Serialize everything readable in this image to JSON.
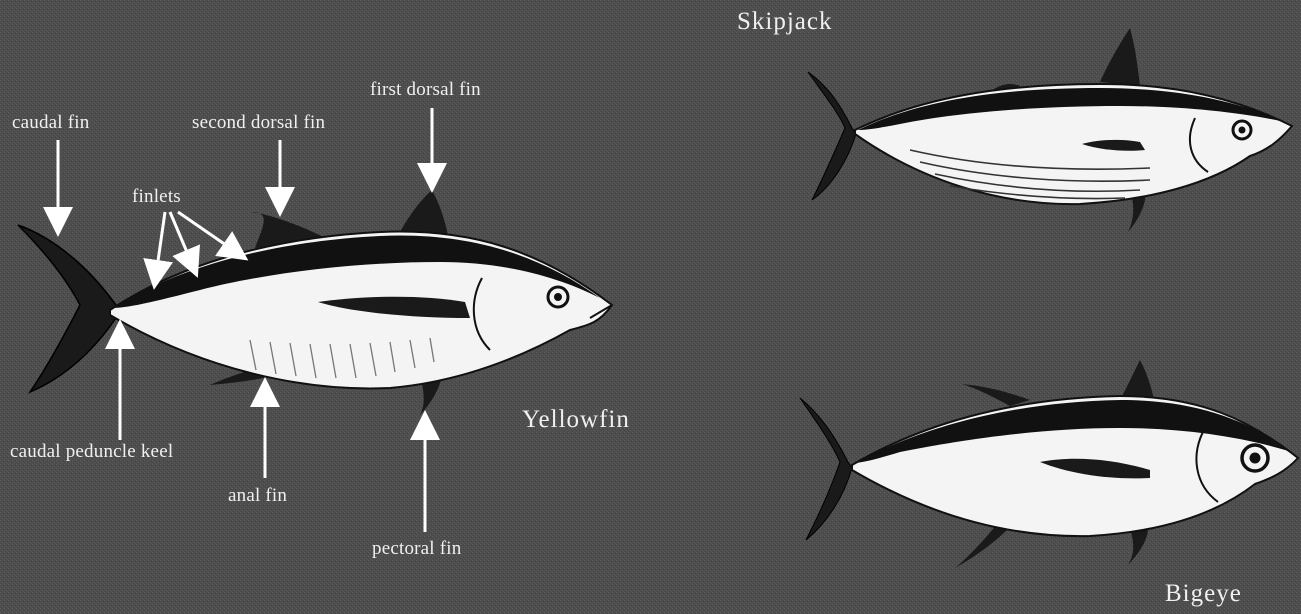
{
  "labels": {
    "caudal_fin": "caudal fin",
    "second_dorsal_fin": "second dorsal fin",
    "first_dorsal_fin": "first dorsal fin",
    "finlets": "finlets",
    "caudal_peduncle_keel": "caudal peduncle keel",
    "anal_fin": "anal fin",
    "pectoral_fin": "pectoral fin"
  },
  "species": {
    "yellowfin": "Yellowfin",
    "skipjack": "Skipjack",
    "bigeye": "Bigeye"
  },
  "colors": {
    "background": "#505050",
    "fish_body_light": "#f4f4f4",
    "fish_dark": "#111111",
    "text": "#f0f0f0"
  }
}
